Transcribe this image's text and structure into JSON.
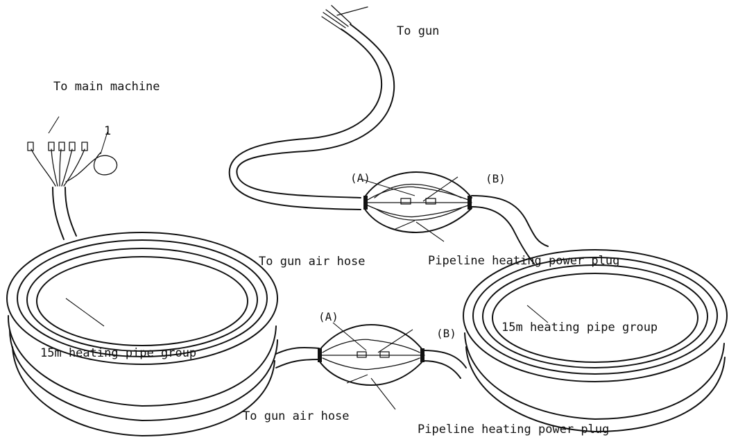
{
  "labels": {
    "to_gun": "To gun",
    "to_main_machine": "To main machine",
    "callout_1": "1",
    "upper_a": "(A)",
    "upper_b": "(B)",
    "upper_air_hose": "To gun air hose",
    "upper_power_plug": "Pipeline heating power plug",
    "lower_a": "(A)",
    "lower_b": "(B)",
    "right_coil": "15m heating pipe group",
    "left_coil": "15m heating pipe group",
    "lower_air_hose": "To gun air hose",
    "lower_power_plug": "Pipeline heating power plug"
  },
  "colors": {
    "line": "#111111",
    "background": "#ffffff"
  }
}
